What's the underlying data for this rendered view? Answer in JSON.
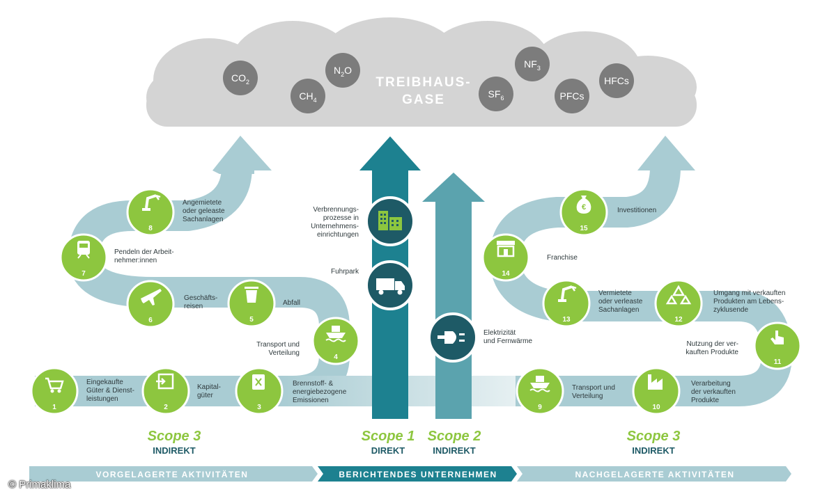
{
  "cloud": {
    "title_line1": "TREIBHAUS-",
    "title_line2": "GASE",
    "color": "#d4d4d4",
    "gas_circle_color": "#7c7c7c",
    "gases": [
      {
        "main": "CO",
        "sub": "2"
      },
      {
        "main": "CH",
        "sub": "4"
      },
      {
        "main": "N",
        "sub": "2",
        "tail": "O"
      },
      {
        "main": "SF",
        "sub": "6"
      },
      {
        "main": "NF",
        "sub": "3"
      },
      {
        "main": "PFCs",
        "sub": ""
      },
      {
        "main": "HFCs",
        "sub": ""
      }
    ]
  },
  "colors": {
    "green": "#8dc63f",
    "path": "#a9ccd3",
    "scope1_arrow": "#1d8190",
    "scope2_arrow": "#5ba3ae",
    "dark_teal": "#1e5a66"
  },
  "upstream": [
    {
      "num": "1",
      "icon": "cart-icon",
      "label": "Eingekaufte\nGüter & Dienst-\nleistungen"
    },
    {
      "num": "2",
      "icon": "login-box-icon",
      "label": "Kapital-\ngüter"
    },
    {
      "num": "3",
      "icon": "fuel-can-icon",
      "label": "Brennstoff- &\nenergiebezogene\nEmissionen"
    },
    {
      "num": "4",
      "icon": "ship-icon",
      "label": "Transport und\nVerteilung"
    },
    {
      "num": "5",
      "icon": "trash-icon",
      "label": "Abfall"
    },
    {
      "num": "6",
      "icon": "plane-icon",
      "label": "Geschäfts-\nreisen"
    },
    {
      "num": "7",
      "icon": "train-icon",
      "label": "Pendeln der Arbeit-\nnehmer:innen"
    },
    {
      "num": "8",
      "icon": "robot-arm-icon",
      "label": "Angemietete\noder geleaste\nSachanlagen"
    }
  ],
  "direct": [
    {
      "icon": "buildings-icon",
      "label": "Verbrennungs-\nprozesse in\nUnternehmens-\neinrichtungen"
    },
    {
      "icon": "truck-icon",
      "label": "Fuhrpark"
    },
    {
      "icon": "plug-icon",
      "label": "Elektrizität\nund Fernwärme"
    }
  ],
  "downstream": [
    {
      "num": "9",
      "icon": "ship-icon",
      "label": "Transport und\nVerteilung"
    },
    {
      "num": "10",
      "icon": "factory-icon",
      "label": "Verarbeitung\nder verkauften\nProdukte"
    },
    {
      "num": "11",
      "icon": "hand-pointer-icon",
      "label": "Nutzung der ver-\nkauften Produkte"
    },
    {
      "num": "12",
      "icon": "recycle-icon",
      "label": "Umgang mit verkauften\nProdukten am Lebens-\nzyklusende"
    },
    {
      "num": "13",
      "icon": "robot-arm-icon",
      "label": "Vermietete\noder verleaste\nSachanlagen"
    },
    {
      "num": "14",
      "icon": "shop-icon",
      "label": "Franchise"
    },
    {
      "num": "15",
      "icon": "money-bag-icon",
      "label": "Investitionen"
    }
  ],
  "scopes": [
    {
      "name": "Scope 3",
      "sub": "INDIREKT"
    },
    {
      "name": "Scope 1",
      "sub": "DIREKT"
    },
    {
      "name": "Scope 2",
      "sub": "INDIREKT"
    },
    {
      "name": "Scope 3",
      "sub": "INDIREKT"
    }
  ],
  "bands": [
    {
      "label": "VORGELAGERTE AKTIVITÄTEN"
    },
    {
      "label": "BERICHTENDES UNTERNEHMEN"
    },
    {
      "label": "NACHGELAGERTE AKTIVITÄTEN"
    }
  ],
  "copyright": "© Primaklima"
}
